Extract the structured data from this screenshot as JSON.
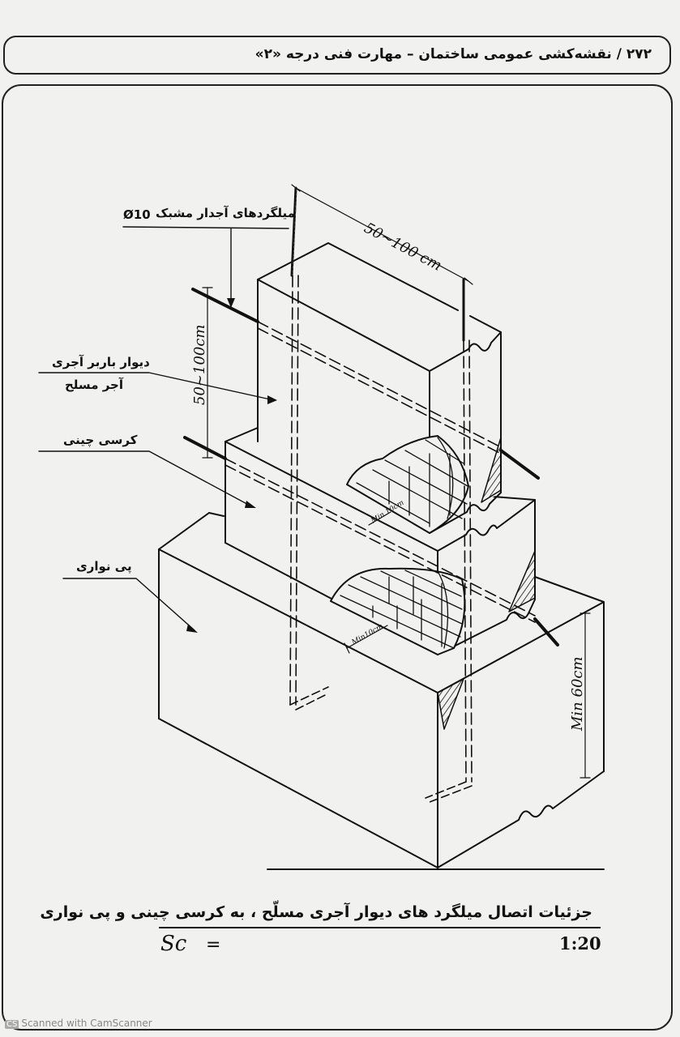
{
  "header": {
    "page_title": "۲۷۲ / نقشه‌کشی عمومی ساختمان – مهارت فنی درجه «۲»"
  },
  "labels": {
    "rebar_label": "میلگردهای آجدار مشبک",
    "rebar_size": "Ø10",
    "wall_label_line1": "دیوار باربر آجری",
    "wall_label_line2": "آجر مسلح",
    "plinth_label": "کرسی چینی",
    "footing_label": "پی نواری"
  },
  "dimensions": {
    "rebar_spacing": "50~100 cm",
    "wall_height": "50~100cm",
    "embed_min_1": "Min 10cm",
    "embed_min_2": "Min10cm",
    "footing_height": "Min 60cm"
  },
  "caption": {
    "title": "جزئیات اتصال میلگرد های دیوار آجری مسلّح ، به کرسی چینی و پی نواری",
    "scale_label": "Sc",
    "scale_eq": "=",
    "scale_value": "1:20"
  },
  "watermark": {
    "badge": "CS",
    "text": "Scanned with CamScanner"
  }
}
